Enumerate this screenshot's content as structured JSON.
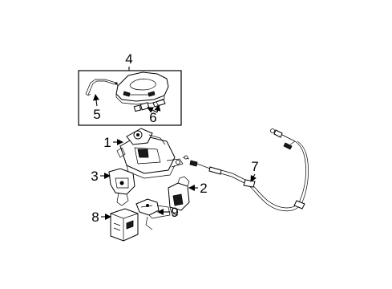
{
  "diagram": {
    "callouts": {
      "c1": "1",
      "c2": "2",
      "c3": "3",
      "c4": "4",
      "c5": "5",
      "c6": "6",
      "c7": "7",
      "c8": "8",
      "c9": "9"
    }
  },
  "colors": {
    "line": "#000000",
    "background": "#ffffff"
  }
}
